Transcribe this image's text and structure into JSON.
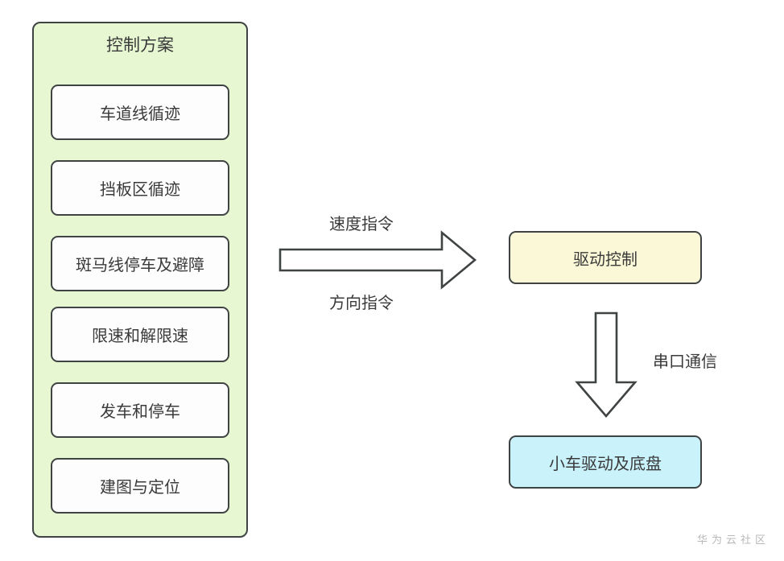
{
  "diagram": {
    "group": {
      "title": "控制方案",
      "fill_color": "#e6f7d2",
      "border_color": "#3f4343",
      "items": [
        {
          "label": "车道线循迹"
        },
        {
          "label": "挡板区循迹"
        },
        {
          "label": "斑马线停车及避障"
        },
        {
          "label": "限速和解限速"
        },
        {
          "label": "发车和停车"
        },
        {
          "label": "建图与定位"
        }
      ]
    },
    "nodes": [
      {
        "id": "drive-control",
        "label": "驱动控制",
        "fill_color": "#fbf8d7"
      },
      {
        "id": "car-chassis",
        "label": "小车驱动及底盘",
        "fill_color": "#c9f2fb"
      }
    ],
    "edges": [
      {
        "id": "group-to-drive",
        "direction": "right",
        "label_above": "速度指令",
        "label_below": "方向指令"
      },
      {
        "id": "drive-to-chassis",
        "direction": "down",
        "label_side": "串口通信"
      }
    ],
    "watermark": "华为云社区"
  }
}
